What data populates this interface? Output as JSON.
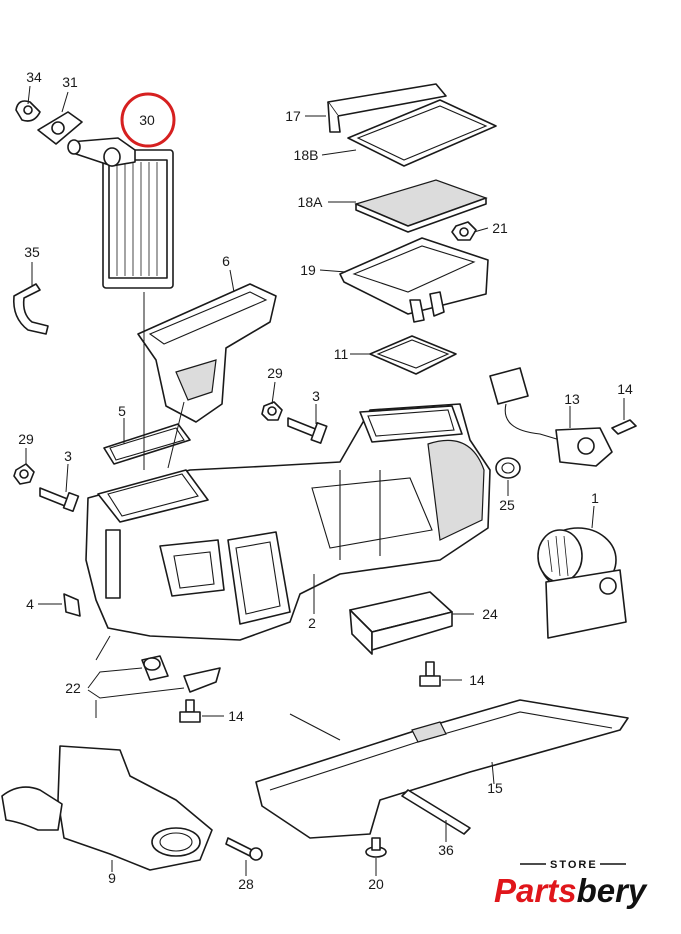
{
  "diagram": {
    "labels": {
      "p1": "1",
      "p2": "2",
      "p3a": "3",
      "p3b": "3",
      "p4": "4",
      "p5": "5",
      "p6": "6",
      "p9": "9",
      "p11": "11",
      "p13": "13",
      "p14a": "14",
      "p14b": "14",
      "p14c": "14",
      "p15": "15",
      "p17": "17",
      "p18a": "18A",
      "p18b": "18B",
      "p19": "19",
      "p20": "20",
      "p21": "21",
      "p22": "22",
      "p24": "24",
      "p25": "25",
      "p28": "28",
      "p29a": "29",
      "p29b": "29",
      "p30": "30",
      "p31": "31",
      "p34": "34",
      "p35": "35",
      "p36": "36"
    },
    "highlighted_part": "30",
    "highlight_color": "#d62020"
  },
  "brand": {
    "store": "STORE",
    "parts": "Parts",
    "bery": "bery",
    "parts_color": "#e0161b",
    "bery_color": "#111111"
  }
}
